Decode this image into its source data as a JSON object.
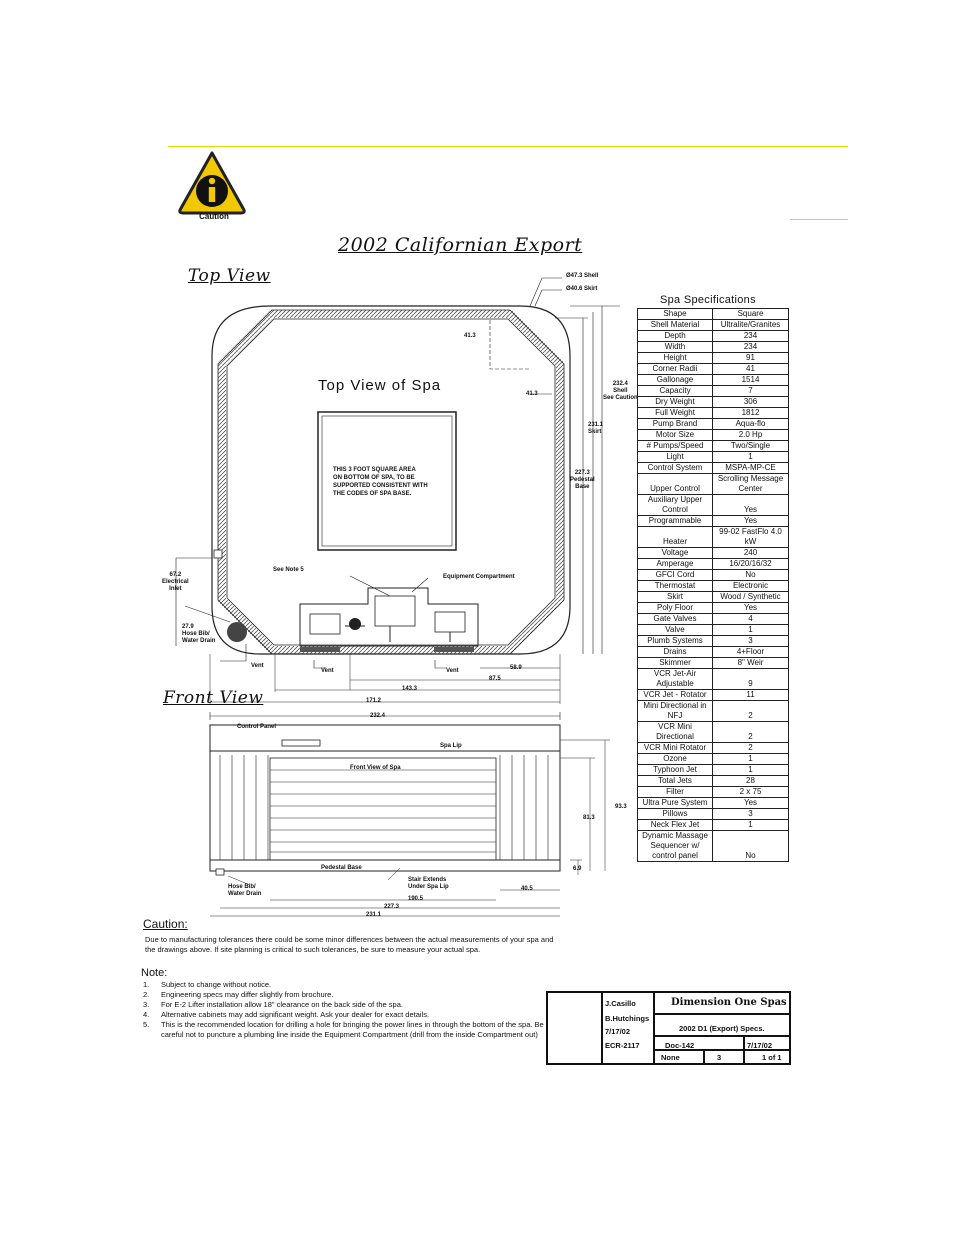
{
  "caution_icon": {
    "label": "Caution",
    "icon": "info-warning-icon"
  },
  "main_title": "2002 Californian Export",
  "top_view": {
    "heading": "Top View",
    "spa_label": "Top View of Spa",
    "square_note": [
      "THIS 3 FOOT SQUARE AREA",
      "ON BOTTOM OF SPA, TO BE",
      "SUPPORTED CONSISTENT WITH",
      "THE CODES OF SPA BASE."
    ],
    "labels": {
      "shell": "Ø47.3 Shell",
      "skirt": "Ø40.6 Skirt",
      "r1": "41.3",
      "r2": "41.3",
      "shell_dim": [
        "232.4",
        "Shell",
        "See Caution"
      ],
      "skirt_dim": [
        "231.1",
        "Skirt"
      ],
      "pedestal_dim": [
        "227.3",
        "Pedestal",
        "Base"
      ],
      "see_note": "See Note 5",
      "equipment": "Equipment Compartment",
      "electrical": [
        "67.2",
        "Electrical",
        "Inlet"
      ],
      "hose_bib": [
        "27.9",
        "Hose Bib/",
        "Water Drain"
      ],
      "vent1": "Vent",
      "vent2": "Vent",
      "vent3": "Vent",
      "d589": "58.9",
      "d875": "87.5",
      "d1433": "143.3",
      "d1712": "171.2"
    }
  },
  "front_view": {
    "heading": "Front View",
    "labels": {
      "width": "232.4",
      "control_panel": "Control Panel",
      "spa_lip": "Spa Lip",
      "front_label": "Front View of Spa",
      "pedestal": "Pedestal Base",
      "hose_bib": [
        "Hose Bib/",
        "Water Drain"
      ],
      "stair": [
        "Stair Extends",
        "Under Spa Lip"
      ],
      "d405": "40.5",
      "d1905": "190.5",
      "d2273": "227.3",
      "d2311": "231.1",
      "h933": "93.3",
      "h813": "81.3",
      "h69": "6.9"
    }
  },
  "spec_title": "Spa Specifications",
  "specs": [
    [
      "Shape",
      "Square"
    ],
    [
      "Shell Material",
      "Ultralite/Granites"
    ],
    [
      "Depth",
      "234"
    ],
    [
      "Width",
      "234"
    ],
    [
      "Height",
      "91"
    ],
    [
      "Corner Radii",
      "41"
    ],
    [
      "Gallonage",
      "1514"
    ],
    [
      "Capacity",
      "7"
    ],
    [
      "Dry Weight",
      "306"
    ],
    [
      "Full Weight",
      "1812"
    ],
    [
      "Pump Brand",
      "Aqua-flo"
    ],
    [
      "Motor Size",
      "2.0 Hp"
    ],
    [
      "# Pumps/Speed",
      "Two/Single"
    ],
    [
      "Light",
      "1"
    ],
    [
      "Control System",
      "MSPA-MP-CE"
    ],
    [
      "Upper Control",
      "Scrolling Message Center"
    ],
    [
      "Auxiliary Upper Control",
      "Yes"
    ],
    [
      "Programmable",
      "Yes"
    ],
    [
      "Heater",
      "99-02 FastFlo 4.0 kW"
    ],
    [
      "Voltage",
      "240"
    ],
    [
      "Amperage",
      "16/20/16/32"
    ],
    [
      "GFCI Cord",
      "No"
    ],
    [
      "Thermostat",
      "Electronic"
    ],
    [
      "Skirt",
      "Wood / Synthetic"
    ],
    [
      "Poly Floor",
      "Yes"
    ],
    [
      "Gate Valves",
      "4"
    ],
    [
      "Valve",
      "1"
    ],
    [
      "Plumb Systems",
      "3"
    ],
    [
      "Drains",
      "4+Floor"
    ],
    [
      "Skimmer",
      "8\" Weir"
    ],
    [
      "VCR Jet-Air Adjustable",
      "9"
    ],
    [
      "VCR Jet - Rotator",
      "11"
    ],
    [
      "Mini Directional in NFJ",
      "2"
    ],
    [
      "VCR Mini Directional",
      "2"
    ],
    [
      "VCR Mini Rotator",
      "2"
    ],
    [
      "Ozone",
      "1"
    ],
    [
      "Typhoon Jet",
      "1"
    ],
    [
      "Total Jets",
      "28"
    ],
    [
      "Filter",
      "2 x 75"
    ],
    [
      "Ultra Pure System",
      "Yes"
    ],
    [
      "Pillows",
      "3"
    ],
    [
      "Neck Flex Jet",
      "1"
    ],
    [
      "Dynamic Massage Sequencer w/ control panel",
      "No"
    ]
  ],
  "caution_heading": "Caution:",
  "caution_text": "Due to manufacturing tolerances there could be some minor differences between the actual measurements of your spa and the drawings above. If site planning is critical to such tolerances, be sure to measure your actual spa.",
  "note_heading": "Note:",
  "notes": [
    {
      "num": "1.",
      "text": "Subject to change without notice."
    },
    {
      "num": "2.",
      "text": "Engineering specs may differ slightly from brochure."
    },
    {
      "num": "3.",
      "text": "For E-2 Lifter installation allow 18\" clearance on the back side of the spa."
    },
    {
      "num": "4.",
      "text": "Alternative cabinets may add significant weight. Ask your dealer for exact details."
    },
    {
      "num": "5.",
      "text": "This is the recommended location for drilling a hole for bringing the power lines in through the bottom of the spa. Be careful not to puncture a plumbing line inside the Equipment Compartment (drill from the inside Compartment out)"
    }
  ],
  "title_block": {
    "drawn_by": "J.Casillo",
    "engineer": "B.Hutchings",
    "date1": "7/17/02",
    "ecr": "ECR-2117",
    "company": "Dimension One Spas",
    "title": "2002 D1 (Export) Specs.",
    "doc": "Doc-142",
    "date2": "7/17/02",
    "scale": "None",
    "rev": "3",
    "sheet": "1 of 1"
  }
}
